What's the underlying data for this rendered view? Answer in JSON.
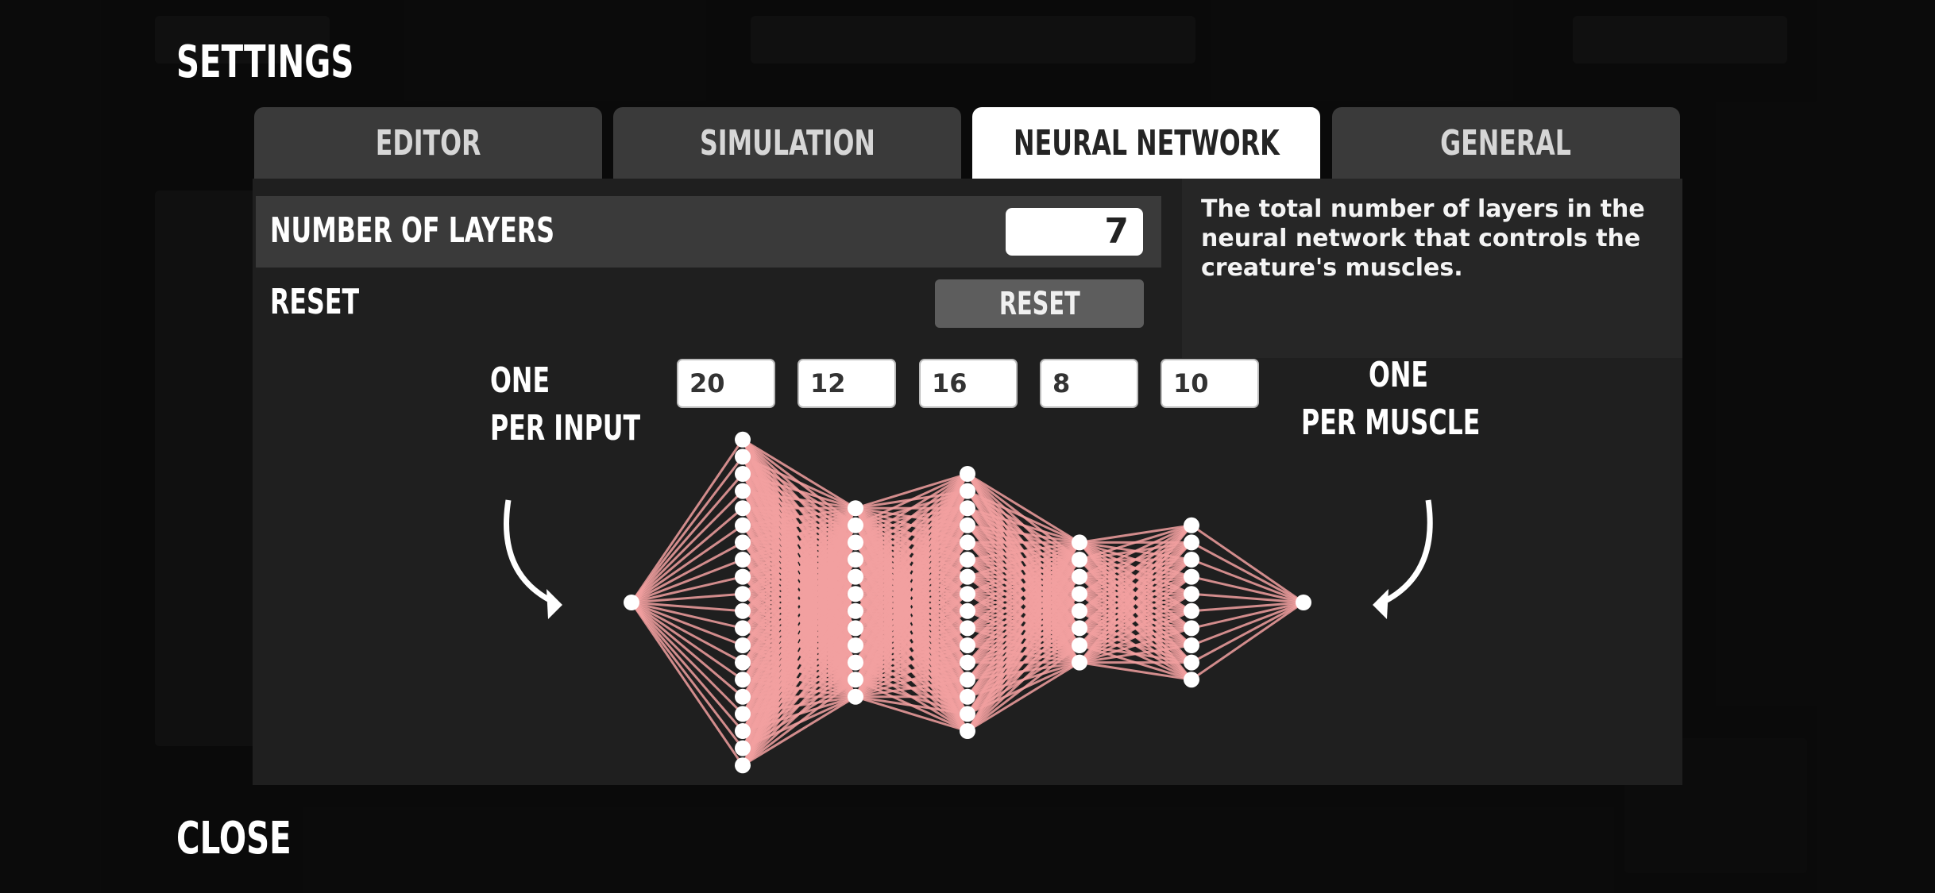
{
  "title": "SETTINGS",
  "close_label": "CLOSE",
  "tabs": [
    {
      "label": "EDITOR",
      "active": false
    },
    {
      "label": "SIMULATION",
      "active": false
    },
    {
      "label": "NEURAL NETWORK",
      "active": true
    },
    {
      "label": "GENERAL",
      "active": false
    }
  ],
  "settings": {
    "layers_label": "NUMBER OF LAYERS",
    "layers_value": "7",
    "reset_label": "RESET",
    "reset_button": "RESET"
  },
  "description": "The total number of layers in the neural network that controls the creature's muscles.",
  "network": {
    "input_label_line1": "ONE",
    "input_label_line2": "PER INPUT",
    "output_label_line1": "ONE",
    "output_label_line2": "PER MUSCLE",
    "hidden_layers": [
      "20",
      "12",
      "16",
      "8",
      "10"
    ],
    "layer_node_counts": [
      1,
      20,
      12,
      16,
      8,
      10,
      1
    ],
    "connection_color": "#f2a0a0",
    "node_color": "#ffffff"
  },
  "colors": {
    "background": "#101010",
    "panel": "#1f1f1f",
    "tab_inactive": "#3a3a3a",
    "tab_active": "#ffffff",
    "button": "#5d5d5d"
  }
}
